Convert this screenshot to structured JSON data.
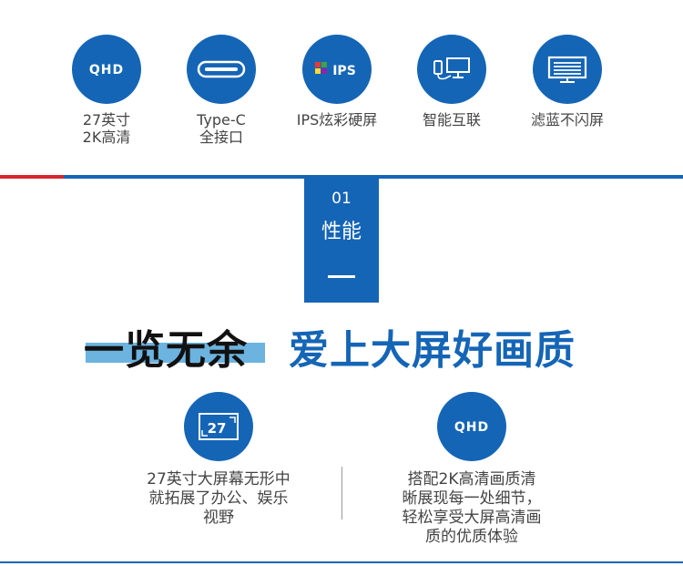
{
  "features": [
    {
      "icon": "qhd-icon",
      "label": "27英寸\n2K高清"
    },
    {
      "icon": "usb-type-c-icon",
      "label": "Type-C\n全接口"
    },
    {
      "icon": "ips-icon",
      "label": "IPS炫彩硬屏",
      "icon_text": "IPS"
    },
    {
      "icon": "devices-icon",
      "label": "智能互联"
    },
    {
      "icon": "monitor-icon",
      "label": "滤蓝不闪屏"
    }
  ],
  "qhd_text": "QHD",
  "section": {
    "number": "01",
    "title": "性能"
  },
  "headline": {
    "left": "一览无余",
    "right": "爱上大屏好画质"
  },
  "details": [
    {
      "icon": "27-inch-icon",
      "icon_text": "27",
      "text": "27英寸大屏幕无形中\n就拓展了办公、娱乐\n视野"
    },
    {
      "icon": "qhd-icon",
      "text": "搭配2K高清画质清\n晰展现每一处细节，\n轻松享受大屏高清画\n质的优质体验"
    }
  ],
  "colors": {
    "brand_blue": "#1565b6",
    "accent_red": "#d7262f",
    "highlight_blue": "#6cb3df"
  }
}
